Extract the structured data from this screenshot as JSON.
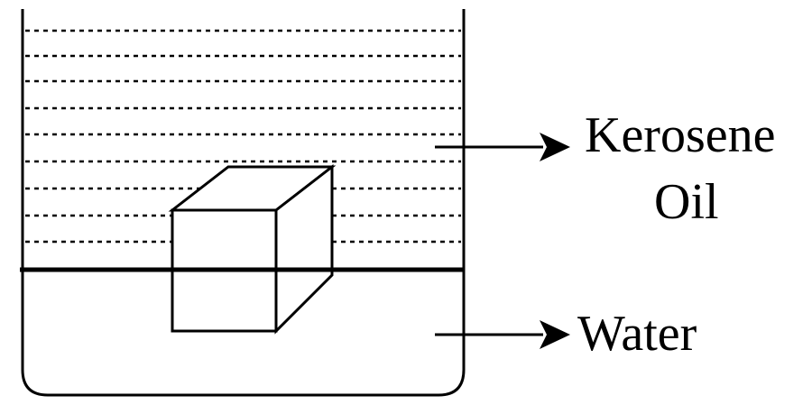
{
  "labels": {
    "kerosene_line1": "Kerosene",
    "kerosene_line2": "Oil",
    "water": "Water"
  },
  "colors": {
    "stroke": "#000000",
    "background": "#ffffff"
  }
}
